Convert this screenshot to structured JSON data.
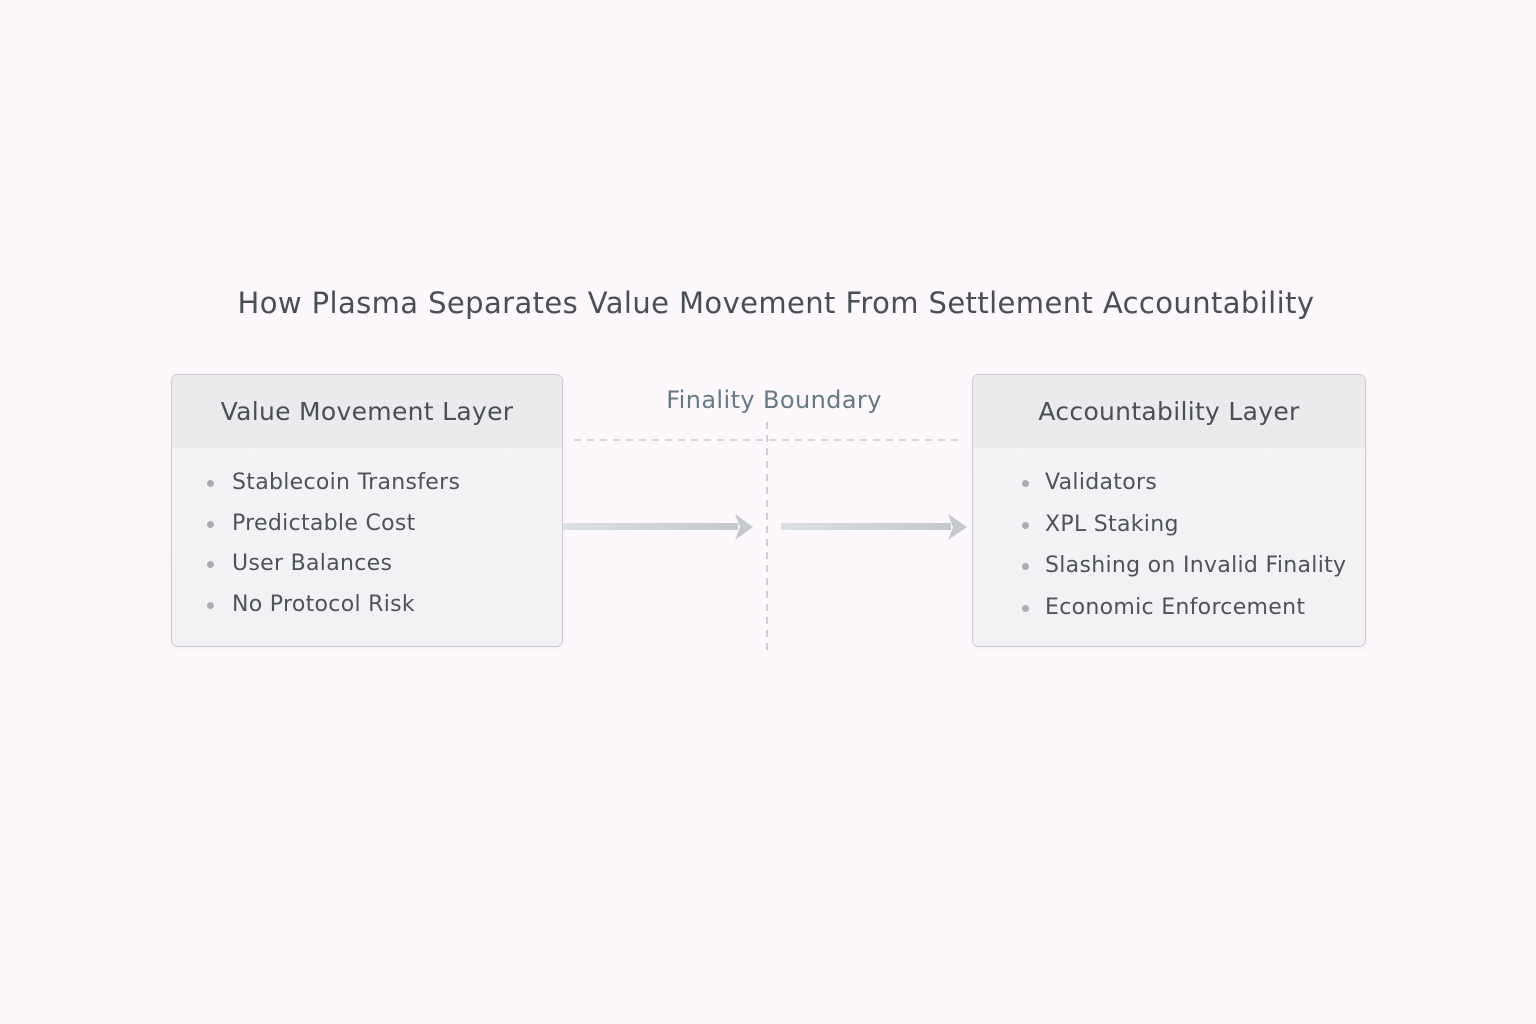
{
  "title": "How Plasma Separates Value Movement From Settlement Accountability",
  "boundary": {
    "label": "Finality Boundary"
  },
  "layers": {
    "left": {
      "title": "Value Movement Layer",
      "items": [
        "Stablecoin Transfers",
        "Predictable Cost",
        "User Balances",
        "No Protocol Risk"
      ]
    },
    "right": {
      "title": "Accountability Layer",
      "items": [
        "Validators",
        "XPL Staking",
        "Slashing on Invalid Finality",
        "Economic Enforcement"
      ]
    }
  },
  "colors": {
    "background": "#fcf8fb",
    "box_border": "#c9cdd2",
    "box_header": "#ebebee",
    "arrow": "#c5cace",
    "boundary_line": "#c2c7cc",
    "boundary_label": "#667a86"
  }
}
